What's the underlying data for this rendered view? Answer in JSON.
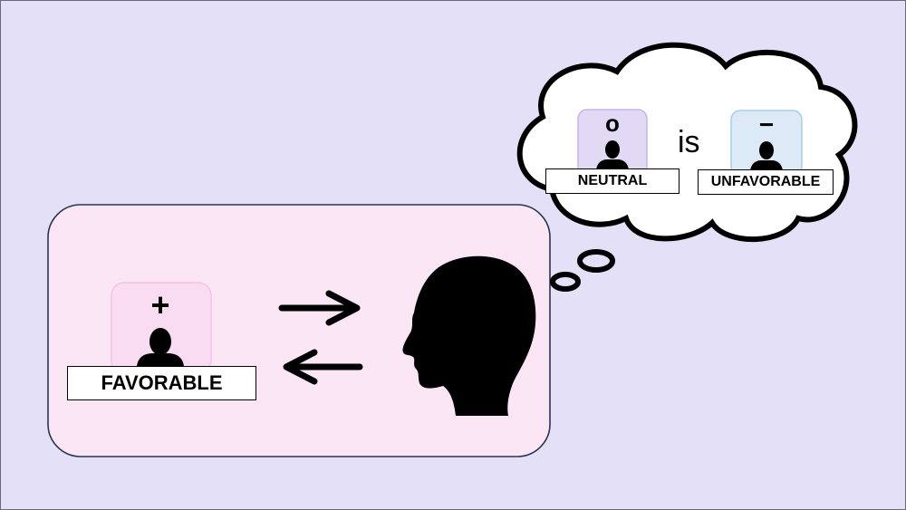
{
  "colors": {
    "background": "#e3e0f8",
    "interaction_panel": "#fbe6f6",
    "interaction_border": "#2c3550",
    "favorable_card": "#f9dcf2",
    "favorable_card_border": "#f0c4e6",
    "neutral_card": "#e2daf5",
    "neutral_card_border": "#c4b4ea",
    "unfavorable_card": "#dce9f6",
    "unfavorable_card_border": "#a9cde9",
    "ink": "#000000"
  },
  "interaction": {
    "person": {
      "sign": "+",
      "label": "FAVORABLE"
    }
  },
  "thought": {
    "left_person": {
      "sign": "o",
      "label": "NEUTRAL"
    },
    "connector": "is",
    "right_person": {
      "sign": "−",
      "label": "UNFAVORABLE"
    }
  },
  "icons": [
    "person-silhouette-icon",
    "head-profile-icon",
    "arrow-right-icon",
    "arrow-left-icon",
    "thought-cloud"
  ]
}
